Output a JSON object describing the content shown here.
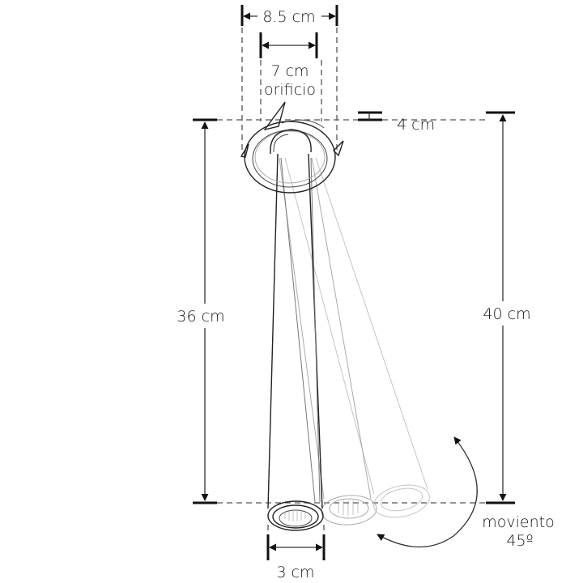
{
  "diagram": {
    "subject": "adjustable pendant spotlight dimensions",
    "dimensions": {
      "outer_width": "8.5 cm",
      "hole_width": "7 cm",
      "hole_label": "orificio",
      "flange_height": "4 cm",
      "body_length": "36 cm",
      "total_length": "40 cm",
      "tube_diameter": "3 cm"
    },
    "movement": {
      "label": "moviento",
      "angle": "45º"
    },
    "colors": {
      "line": "#222222",
      "ghost": "#aaaaaa",
      "background": "#ffffff"
    }
  }
}
